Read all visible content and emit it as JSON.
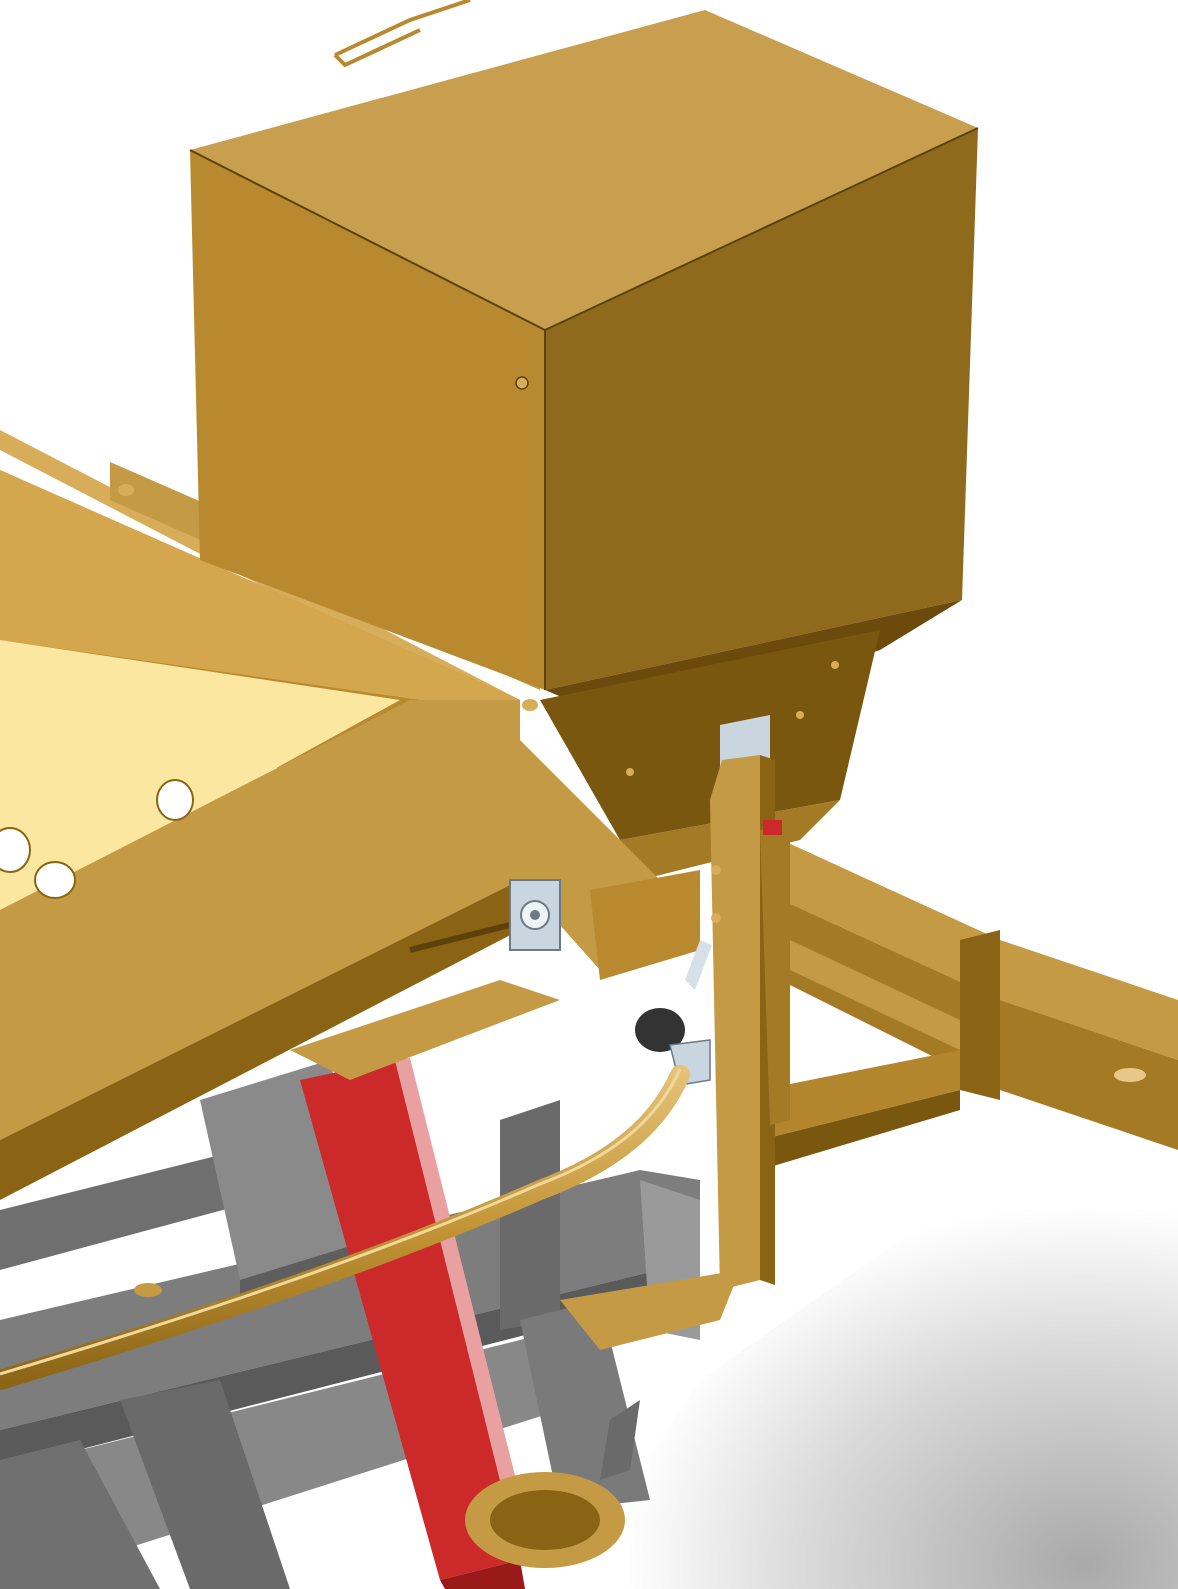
{
  "view": {
    "title": "",
    "description_text": ""
  },
  "colors": {
    "background": "#ffffff",
    "frame_gold_light": "#d4a64e",
    "frame_gold": "#c49a44",
    "frame_gold_dark": "#8a6414",
    "frame_gold_shadow": "#6b4a0c",
    "hopper_top": "#c89f4f",
    "hopper_front": "#b8892f",
    "hopper_side": "#8f6a1c",
    "tray_interior": "#fbe7a0",
    "hose": "#c8a049",
    "gray_frame": "#7d7d7d",
    "gray_frame_dark": "#585858",
    "gray_frame_light": "#9a9a9a",
    "red_belt": "#cc2a2a",
    "bearing_plate": "#c9d6df",
    "ground_shadow": "#bcbcbc"
  },
  "parts": [
    {
      "name": "seed-hopper",
      "label": ""
    },
    {
      "name": "hopper-handle",
      "label": ""
    },
    {
      "name": "tray-frame",
      "label": ""
    },
    {
      "name": "support-post",
      "label": ""
    },
    {
      "name": "metering-bearing",
      "label": ""
    },
    {
      "name": "delivery-hose",
      "label": ""
    },
    {
      "name": "drive-belt",
      "label": ""
    },
    {
      "name": "toolbar-frame",
      "label": ""
    },
    {
      "name": "side-arm",
      "label": ""
    }
  ]
}
